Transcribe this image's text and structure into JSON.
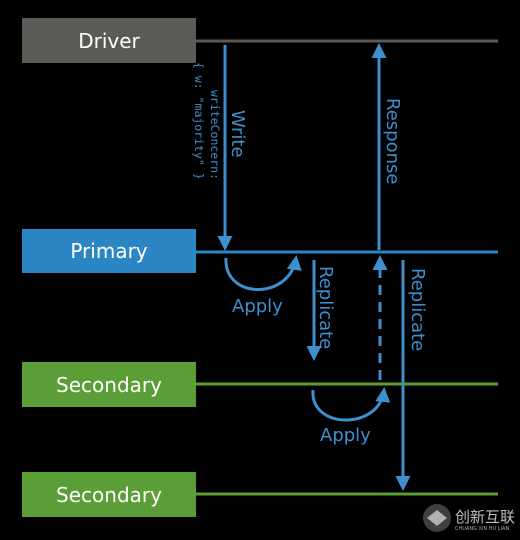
{
  "nodes": {
    "driver": "Driver",
    "primary": "Primary",
    "secondary_1": "Secondary",
    "secondary_2": "Secondary"
  },
  "arrows": {
    "write": "Write",
    "write_concern_line1": "writeConcern:",
    "write_concern_line2": "{ w: \"majority\" }",
    "response": "Response",
    "apply_primary": "Apply",
    "replicate_1": "Replicate",
    "replicate_2": "Replicate",
    "apply_secondary": "Apply"
  },
  "watermark": {
    "text": "创新互联",
    "subtext": "CHUANG XIN HU LIAN"
  },
  "colors": {
    "driver": "#5b5a56",
    "primary": "#2d86c4",
    "secondary": "#5b9e37",
    "arrow": "#3d8fce"
  }
}
